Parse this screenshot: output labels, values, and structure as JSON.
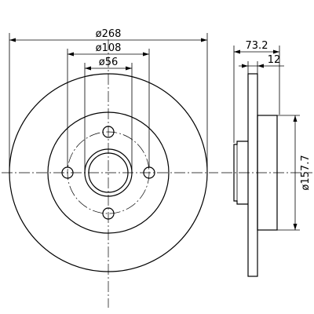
{
  "dimensions": {
    "disc_diameter": "ø268",
    "bolt_circle_diameter": "ø108",
    "center_bore_diameter": "ø56",
    "overall_height": "73.2",
    "disc_thickness": "12",
    "hub_diameter": "ø157.7"
  },
  "colors": {
    "line": "#000000",
    "background": "#ffffff"
  }
}
